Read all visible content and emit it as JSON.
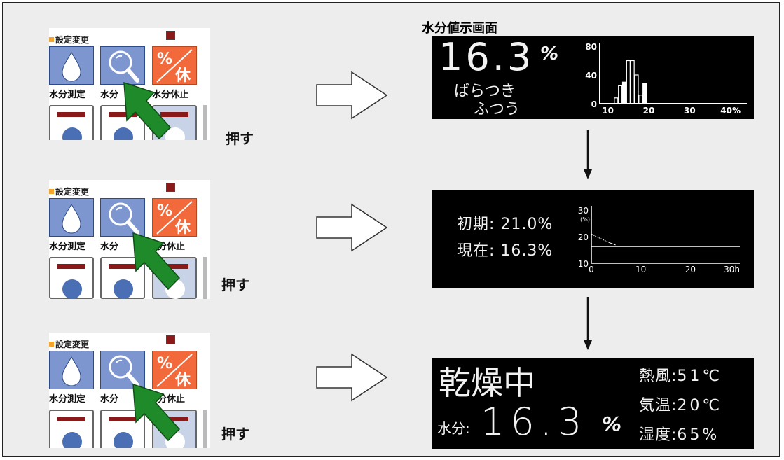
{
  "heading": "水分値示画面",
  "panel": {
    "title": "設定変更",
    "moisture_measure": "水分測定",
    "moisture_view_full": "水分値示",
    "moisture_view_partial_1": "水分",
    "moisture_view_partial_2": "水分",
    "moisture_pause_full": "水分休止",
    "moisture_pause_partial": "分休止",
    "pause_percent": "%",
    "pause_rest": "休"
  },
  "press_label": "押す",
  "screen1": {
    "value": "16.3",
    "unit": "%",
    "spread_label": "ばらつき",
    "spread_value": "ふつう",
    "chart_data": {
      "type": "bar",
      "ylim": [
        0,
        80
      ],
      "yticks": [
        "80",
        "40",
        "0"
      ],
      "xticks": [
        "10",
        "20",
        "30",
        "40%"
      ],
      "x": [
        12,
        13,
        14,
        15,
        16,
        17,
        18,
        19
      ],
      "values": [
        8,
        25,
        30,
        60,
        60,
        40,
        12,
        28
      ]
    }
  },
  "screen2": {
    "initial_label": "初期:",
    "initial_value": "21.0%",
    "current_label": "現在:",
    "current_value": "16.3%",
    "chart_data": {
      "type": "line",
      "ylim": [
        10,
        30
      ],
      "xlim": [
        0,
        30
      ],
      "yticks": [
        "30",
        "20",
        "10"
      ],
      "yunit": "(%)",
      "xticks": [
        "0",
        "10",
        "20",
        "30h"
      ],
      "x": [
        0,
        1,
        2,
        3,
        4,
        5,
        30
      ],
      "values": [
        21.0,
        20.0,
        19.2,
        18.3,
        17.5,
        16.8,
        16.3
      ]
    }
  },
  "screen3": {
    "status": "乾燥中",
    "moisture_label": "水分:",
    "moisture_value": "16.3",
    "moisture_unit": "%",
    "hot_air_label": "熱風:",
    "hot_air_value": "51℃",
    "air_temp_label": "気温:",
    "air_temp_value": "20℃",
    "humidity_label": "湿度:",
    "humidity_value": "65%"
  },
  "colors": {
    "button_blue": "#7d96cf",
    "button_orange": "#f26a3c",
    "pointer_green": "#1e8a2a",
    "led_red": "#8a1a1a"
  }
}
